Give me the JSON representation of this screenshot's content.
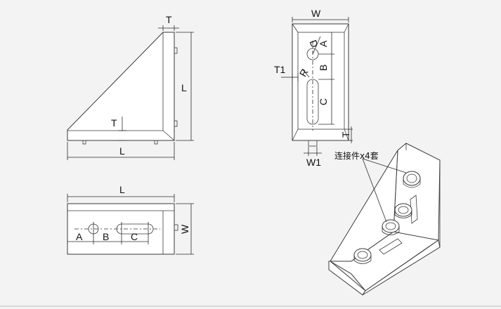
{
  "labels": {
    "side_view": {
      "t_top": "T",
      "l_vertical": "L",
      "t_inner": "T",
      "l_bottom": "L"
    },
    "front_view": {
      "w_top": "W",
      "d": "D",
      "a": "A",
      "r": "R",
      "b": "B",
      "t1": "T1",
      "c": "C",
      "t_right": "T",
      "w1": "W1"
    },
    "bottom_view": {
      "l_top": "L",
      "w_right": "W",
      "a": "A",
      "b": "B",
      "c": "C"
    },
    "iso_view": {
      "callout": "连接件x4套"
    }
  },
  "colors": {
    "line": "#3a3a3a",
    "background": "#f3f3f3",
    "part_fill": "#ffffff"
  }
}
